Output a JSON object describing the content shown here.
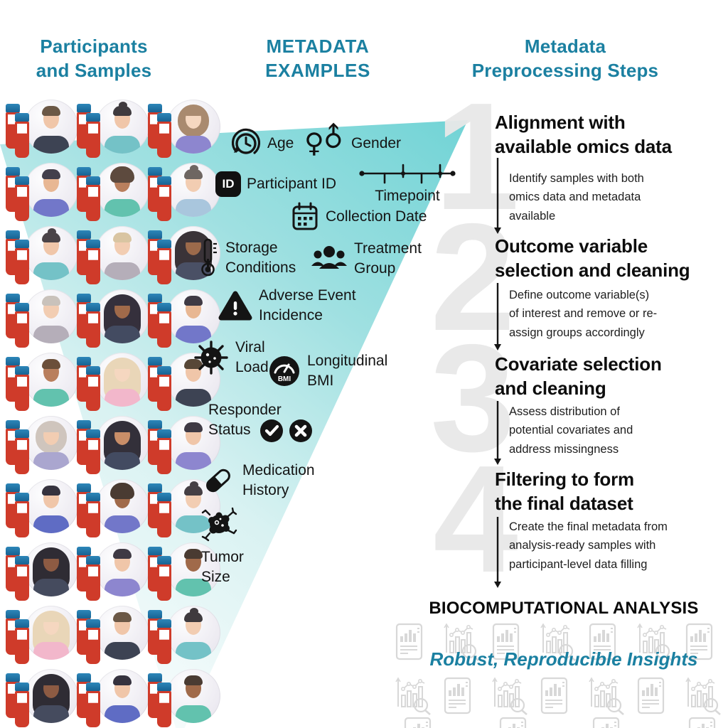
{
  "columns": {
    "participants": {
      "title": "Participants\nand Samples"
    },
    "metadata": {
      "title": "METADATA\nEXAMPLES"
    },
    "preprocessing": {
      "title": "Metadata\nPreprocessing Steps"
    }
  },
  "colors": {
    "header_teal": "#1b80a1",
    "funnel_dark": "#73d4d6",
    "funnel_light": "#f2fbfb",
    "step_number_gray": "#e8e8e8",
    "icon_black": "#141414",
    "doc_icon_gray": "#d8d8d8",
    "tube_red": "#cf3b2a",
    "tube_cap_blue": "#1a6ea8"
  },
  "metadata_examples": {
    "age": {
      "icon": "clock-icon",
      "label": "Age"
    },
    "gender": {
      "icon": "gender-icon",
      "label": "Gender",
      "female_glyph": "♀",
      "male_glyph": "♂"
    },
    "participant_id": {
      "icon": "id-badge-icon",
      "label": "Participant ID",
      "glyph": "ID"
    },
    "timepoint": {
      "icon": "timeline-icon",
      "label": "Timepoint"
    },
    "collection_date": {
      "icon": "calendar-icon",
      "label": "Collection Date"
    },
    "storage_conditions": {
      "icon": "thermometer-icon",
      "label": "Storage\nConditions"
    },
    "treatment_group": {
      "icon": "people-group-icon",
      "label": "Treatment\nGroup"
    },
    "adverse_event": {
      "icon": "warning-triangle-icon",
      "label": "Adverse Event\nIncidence"
    },
    "viral_load": {
      "icon": "virus-icon",
      "label": "Viral\nLoad"
    },
    "longitudinal_bmi": {
      "icon": "bmi-gauge-icon",
      "label": "Longitudinal\nBMI",
      "glyph": "BMI"
    },
    "responder_status": {
      "icon": "check-and-cross-icons",
      "label": "Responder\nStatus"
    },
    "medication_history": {
      "icon": "capsule-icon",
      "label": "Medication\nHistory"
    },
    "tumor_size": {
      "icon": "tumor-icon",
      "label": "Tumor\nSize"
    }
  },
  "steps": [
    {
      "number": "1",
      "title": "Alignment with\navailable omics data",
      "description": "Identify samples with both\nomics data and metadata\navailable"
    },
    {
      "number": "2",
      "title": "Outcome variable\nselection and cleaning",
      "description": "Define outcome variable(s)\nof interest and remove or re-\nassign groups accordingly"
    },
    {
      "number": "3",
      "title": "Covariate selection\nand cleaning",
      "description": "Assess distribution of\npotential covariates and\naddress missingness"
    },
    {
      "number": "4",
      "title": "Filtering to form\nthe final dataset",
      "description": "Create the final metadata from\nanalysis-ready samples with\nparticipant-level data filling"
    }
  ],
  "footer": {
    "title": "BIOCOMPUTATIONAL ANALYSIS",
    "tagline": "Robust, Reproducible Insights"
  },
  "participants": [
    {
      "s": "short",
      "hair": "#6b5846",
      "skin": "#f0c6a9",
      "shirt": "#3d4353"
    },
    {
      "s": "bun",
      "hair": "#3f3a3e",
      "skin": "#f0c6a9",
      "shirt": "#74c2c7"
    },
    {
      "s": "bob",
      "hair": "#a98a6f",
      "skin": "#f5d7c0",
      "shirt": "#8d86cf"
    },
    {
      "s": "short",
      "hair": "#43404c",
      "skin": "#e8b793",
      "shirt": "#7277c9"
    },
    {
      "s": "afro",
      "hair": "#5d4a3e",
      "skin": "#b97f5d",
      "shirt": "#62c2ae"
    },
    {
      "s": "bun",
      "hair": "#6e6662",
      "skin": "#f2cdb2",
      "shirt": "#a9c6dd"
    },
    {
      "s": "bun",
      "hair": "#4a4347",
      "skin": "#f0c6a9",
      "shirt": "#74c2c7"
    },
    {
      "s": "short",
      "hair": "#d9c5a2",
      "skin": "#f2cdb2",
      "shirt": "#b5aeb9"
    },
    {
      "s": "long",
      "hair": "#3a3338",
      "skin": "#9c6a4b",
      "shirt": "#4a5065"
    },
    {
      "s": "short",
      "hair": "#c9c2bb",
      "skin": "#f2cdb2",
      "shirt": "#b5aeb9"
    },
    {
      "s": "long",
      "hair": "#35303c",
      "skin": "#a06a4a",
      "shirt": "#434b61"
    },
    {
      "s": "short",
      "hair": "#3f3a44",
      "skin": "#e8b793",
      "shirt": "#7277c9"
    },
    {
      "s": "short",
      "hair": "#6b4f3a",
      "skin": "#b97f5d",
      "shirt": "#62c2ae"
    },
    {
      "s": "long",
      "hair": "#e9d6b8",
      "skin": "#f5d7c0",
      "shirt": "#f2b7cb"
    },
    {
      "s": "short",
      "hair": "#574737",
      "skin": "#f0c6a9",
      "shirt": "#3d4353"
    },
    {
      "s": "bob",
      "hair": "#cfc5bd",
      "skin": "#f2cdb2",
      "shirt": "#aaa6cf"
    },
    {
      "s": "long",
      "hair": "#33303a",
      "skin": "#c98e68",
      "shirt": "#434b61"
    },
    {
      "s": "short",
      "hair": "#3f3a44",
      "skin": "#f0c6a9",
      "shirt": "#8d86cf"
    },
    {
      "s": "short",
      "hair": "#35323e",
      "skin": "#f0c6a9",
      "shirt": "#5f6cc4"
    },
    {
      "s": "afro",
      "hair": "#4a3b32",
      "skin": "#a06a4a",
      "shirt": "#7277c9"
    },
    {
      "s": "bun",
      "hair": "#453f44",
      "skin": "#f2cdb2",
      "shirt": "#74c2c7"
    },
    {
      "s": "long",
      "hair": "#2f2c34",
      "skin": "#8d5b43",
      "shirt": "#454b5e"
    },
    {
      "s": "short",
      "hair": "#3f3a44",
      "skin": "#f0c6a9",
      "shirt": "#8d86cf"
    },
    {
      "s": "short",
      "hair": "#4a3b32",
      "skin": "#a06a4a",
      "shirt": "#62c2ae"
    },
    {
      "s": "long",
      "hair": "#e9d6b8",
      "skin": "#f5d7c0",
      "shirt": "#f2b7cb"
    },
    {
      "s": "short",
      "hair": "#6b5846",
      "skin": "#f0c6a9",
      "shirt": "#3d4353"
    },
    {
      "s": "bun",
      "hair": "#3f3a3e",
      "skin": "#f2cdb2",
      "shirt": "#74c2c7"
    },
    {
      "s": "long",
      "hair": "#2f2c34",
      "skin": "#8d5b43",
      "shirt": "#454b5e"
    },
    {
      "s": "short",
      "hair": "#35323e",
      "skin": "#f0c6a9",
      "shirt": "#5f6cc4"
    },
    {
      "s": "short",
      "hair": "#4a3b32",
      "skin": "#a06a4a",
      "shirt": "#62c2ae"
    }
  ]
}
